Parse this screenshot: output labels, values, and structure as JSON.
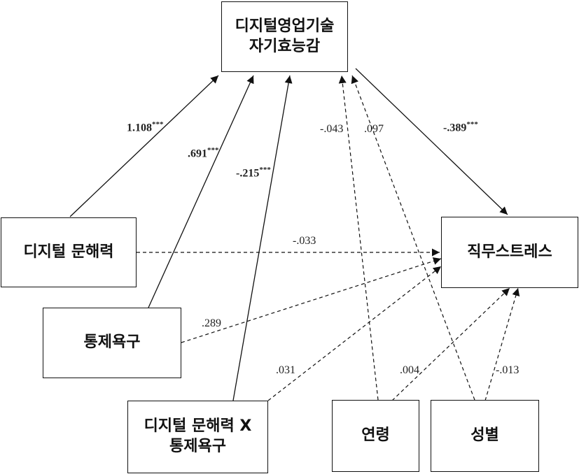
{
  "nodes": {
    "mediator": {
      "line1": "디지털영업기술",
      "line2": "자기효능감"
    },
    "digital_literacy": {
      "label": "디지털 문해력"
    },
    "need_control": {
      "label": "통제욕구"
    },
    "interaction": {
      "line1": "디지털 문해력 X",
      "line2": "통제욕구"
    },
    "job_stress": {
      "label": "직무스트레스"
    },
    "age": {
      "label": "연령"
    },
    "gender": {
      "label": "성별"
    }
  },
  "paths": {
    "literacy_to_mediator": {
      "coef": "1.108",
      "stars": "***"
    },
    "control_to_mediator": {
      "coef": ".691",
      "stars": "***"
    },
    "interaction_to_mediator": {
      "coef": "-.215",
      "stars": "***"
    },
    "age_to_mediator": {
      "coef": "-.043"
    },
    "gender_to_mediator": {
      "coef": ".097"
    },
    "mediator_to_stress": {
      "coef": "-.389",
      "stars": "***"
    },
    "literacy_to_stress": {
      "coef": "-.033"
    },
    "control_to_stress": {
      "coef": ".289"
    },
    "interaction_to_stress": {
      "coef": ".031"
    },
    "age_to_stress": {
      "coef": ".004"
    },
    "gender_to_stress": {
      "coef": "-.013"
    }
  }
}
